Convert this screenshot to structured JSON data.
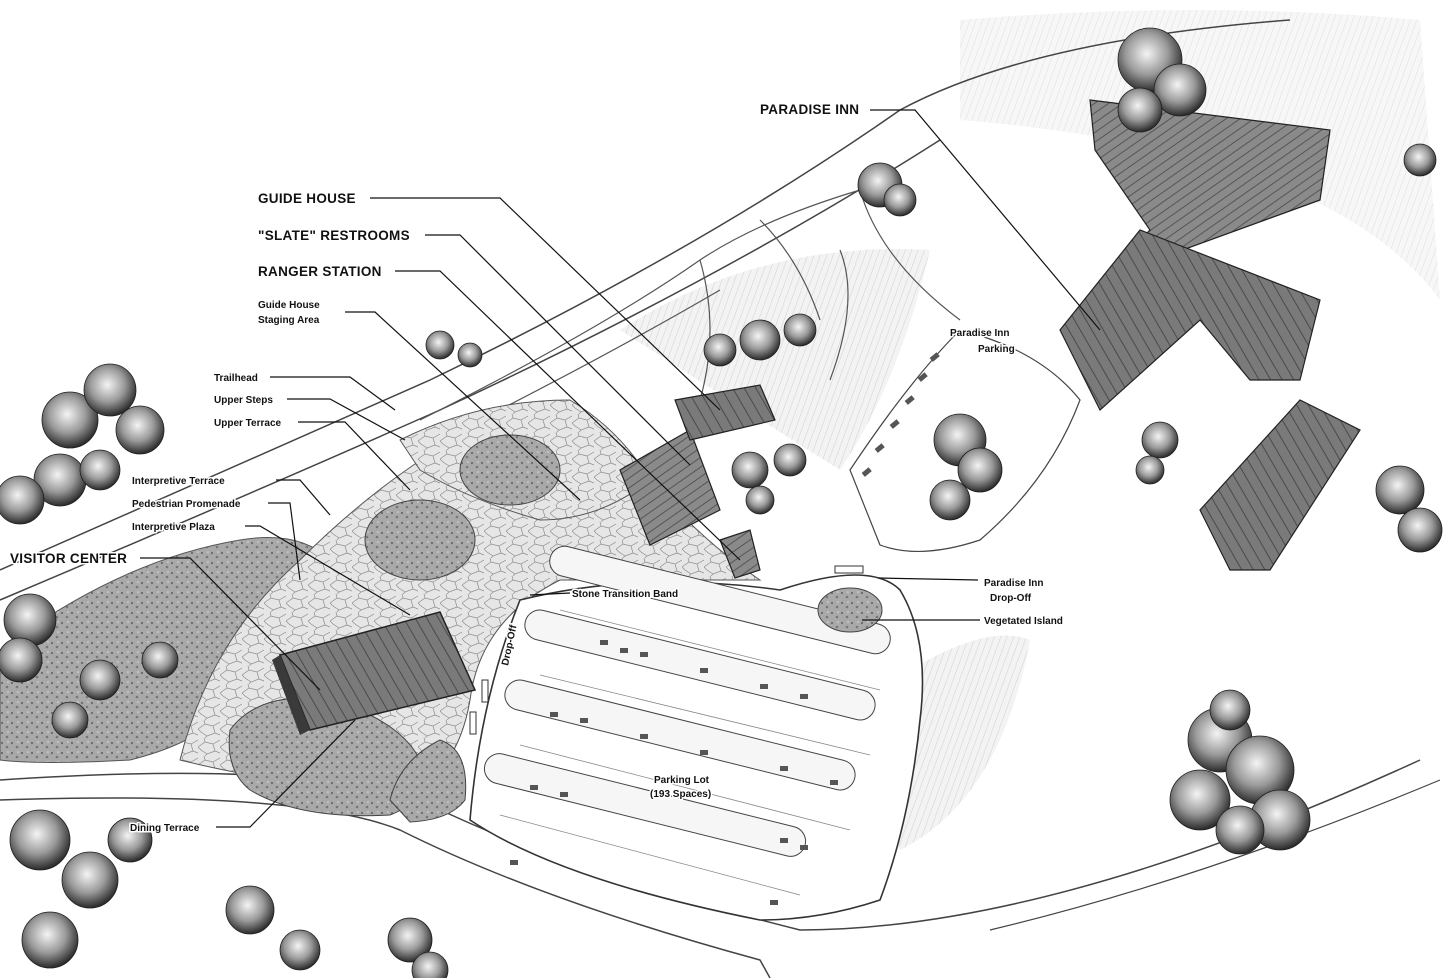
{
  "labels": {
    "paradise_inn": "PARADISE INN",
    "guide_house": "GUIDE HOUSE",
    "slate_restrooms": "\"SLATE\" RESTROOMS",
    "ranger_station": "RANGER STATION",
    "guide_house_staging_line1": "Guide House",
    "guide_house_staging_line2": "Staging Area",
    "trailhead": "Trailhead",
    "upper_steps": "Upper Steps",
    "upper_terrace": "Upper Terrace",
    "interpretive_terrace": "Interpretive Terrace",
    "pedestrian_promenade": "Pedestrian Promenade",
    "interpretive_plaza": "Interpretive Plaza",
    "visitor_center": "VISITOR CENTER",
    "dining_terrace": "Dining Terrace",
    "stone_transition_band": "Stone Transition Band",
    "drop_off": "Drop-Off",
    "parking_lot_line1": "Parking Lot",
    "parking_lot_line2": "(193 Spaces)",
    "paradise_inn_parking_line1": "Paradise Inn",
    "paradise_inn_parking_line2": "Parking",
    "paradise_inn_dropoff_line1": "Paradise Inn",
    "paradise_inn_dropoff_line2": "Drop-Off",
    "vegetated_island": "Vegetated Island"
  },
  "colors": {
    "ink": "#111111",
    "paper": "#ffffff",
    "tree_dark": "#3a3a3a",
    "tree_mid": "#8a8a8a",
    "paving": "#d9d9d9",
    "vegetation": "#9c9c9c",
    "roof": "#6e6e6e"
  }
}
